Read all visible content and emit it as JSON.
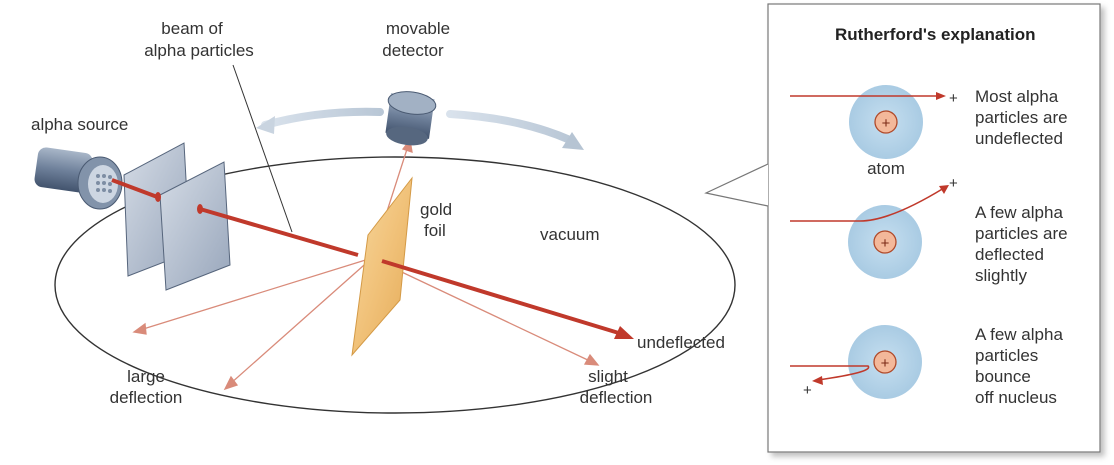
{
  "experiment": {
    "labels": {
      "beam_line1": "beam of",
      "beam_line2": "alpha particles",
      "detector_line1": "movable",
      "detector_line2": "detector",
      "source": "alpha source",
      "gold_line1": "gold",
      "gold_line2": "foil",
      "vacuum": "vacuum",
      "undeflected": "undeflected",
      "large_line1": "large",
      "large_line2": "deflection",
      "slight_line1": "slight",
      "slight_line2": "deflection"
    }
  },
  "explanation": {
    "title": "Rutherford's explanation",
    "atom_label": "atom",
    "nucleus_symbol": "+",
    "particle_symbol": "+",
    "case1": [
      "Most alpha",
      "particles are",
      "undeflected"
    ],
    "case2": [
      "A few alpha",
      "particles are",
      "deflected",
      "slightly"
    ],
    "case3": [
      "A few alpha",
      "particles",
      "bounce",
      "off nucleus"
    ]
  },
  "colors": {
    "beam": "#c0392b",
    "ray": "#d98b7a",
    "atom_halo": "#b5d3e8",
    "nucleus": "#f3b89a",
    "foil": "#f1c27a",
    "screen": "#b9c4d4"
  }
}
